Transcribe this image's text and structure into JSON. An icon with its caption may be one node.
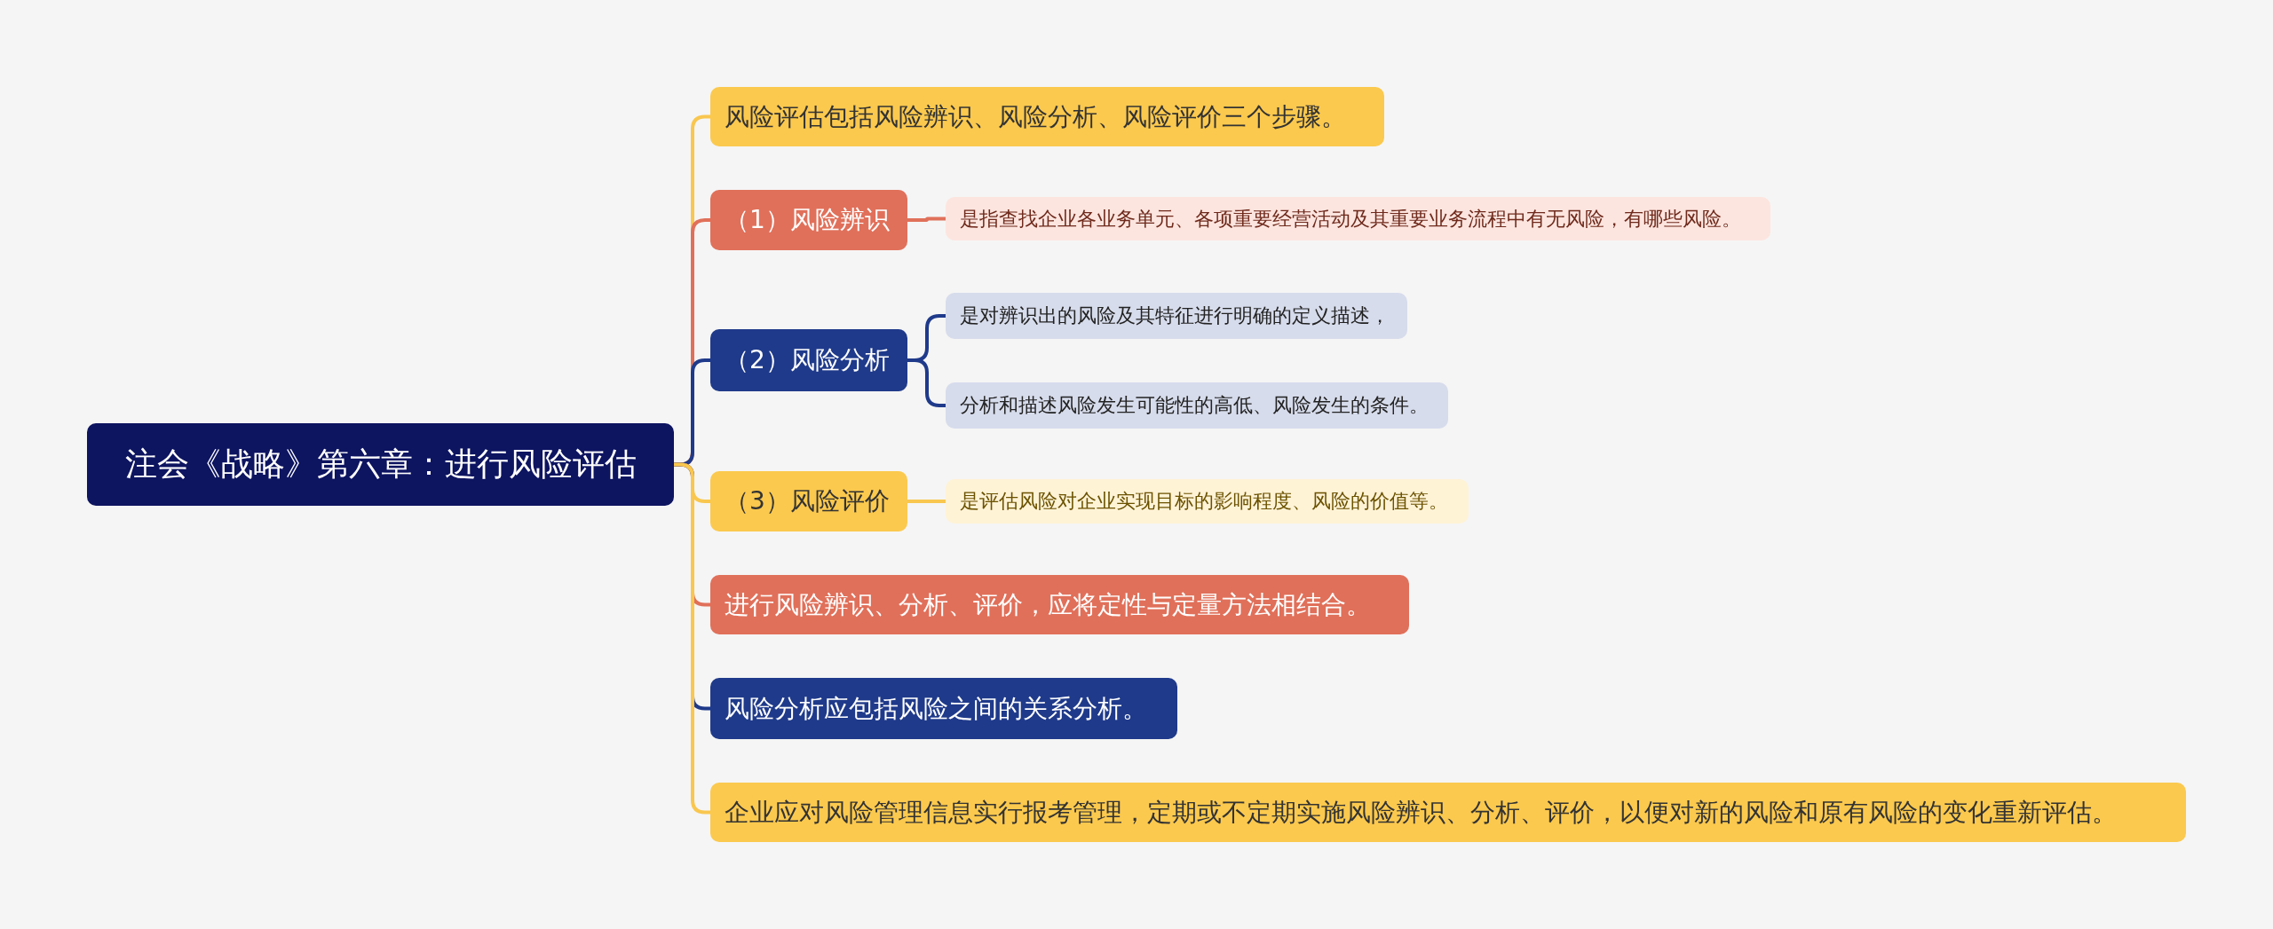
{
  "diagram": {
    "nodes": [
      {
        "text": [
          "注会《战略》第六章：进行风险评估"
        ]
      },
      {
        "text": [
          "风险评估包括风险辨识、风险分析、风险评价三个步骤。"
        ]
      },
      {
        "text": [
          "（1）风险辨识"
        ]
      },
      {
        "text": [
          "是指查找企业各业务单元、各项重要经营活动及其重要业务流程中有无风险，有哪些风险。"
        ]
      },
      {
        "text": [
          "（2）风险分析"
        ]
      },
      {
        "text": [
          "是对辨识出的风险及其特征进行明确的定义描述，"
        ]
      },
      {
        "text": [
          "分析和描述风险发生可能性的高低、风险发生的条件。"
        ]
      },
      {
        "text": [
          "（3）风险评价"
        ]
      },
      {
        "text": [
          "是评估风险对企业实现目标的影响程度、风险的价值等。"
        ]
      },
      {
        "text": [
          "进行风险辨识、分析、评价，应将定性与定量方法相结合。"
        ]
      },
      {
        "text": [
          "风险分析应包括风险之间的关系分析。"
        ]
      },
      {
        "text": [
          "企业应对风险管理信息实行报考管理，定期或不定期实施风险辨识、分析、评价，以便对新的风险和原有风险的变化重新评估。"
        ]
      }
    ],
    "edges": [
      {
        "from": 0,
        "to": 1,
        "arrow": "none",
        "color": "#f9c74f"
      },
      {
        "from": 0,
        "to": 2,
        "arrow": "none",
        "color": "#e0705a"
      },
      {
        "from": 0,
        "to": 4,
        "arrow": "none",
        "color": "#1f3a8a"
      },
      {
        "from": 0,
        "to": 7,
        "arrow": "none",
        "color": "#f9c74f"
      },
      {
        "from": 0,
        "to": 9,
        "arrow": "none",
        "color": "#e0705a"
      },
      {
        "from": 0,
        "to": 10,
        "arrow": "none",
        "color": "#1f3a8a"
      },
      {
        "from": 0,
        "to": 11,
        "arrow": "none",
        "color": "#f9c74f"
      },
      {
        "from": 2,
        "to": 3,
        "arrow": "none",
        "color": "#e0705a"
      },
      {
        "from": 4,
        "to": 5,
        "arrow": "none",
        "color": "#1f3a8a"
      },
      {
        "from": 4,
        "to": 6,
        "arrow": "none",
        "color": "#1f3a8a"
      },
      {
        "from": 7,
        "to": 8,
        "arrow": "none",
        "color": "#f9c74f"
      }
    ]
  }
}
